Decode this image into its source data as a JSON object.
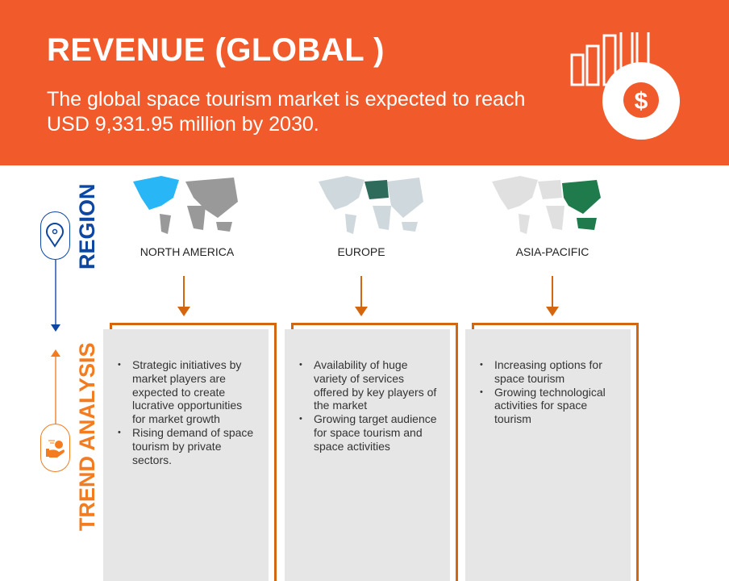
{
  "header": {
    "title": "REVENUE (GLOBAL )",
    "subtitle": "The global space tourism market is expected to reach USD 9,331.95 million by 2030."
  },
  "side": {
    "region_label": "REGION",
    "trend_label": "TREND ANALYSIS"
  },
  "regions": [
    {
      "name": "NORTH AMERICA",
      "bullets": [
        "Strategic initiatives by market players are expected to create lucrative opportunities for market growth",
        "Rising demand of space tourism by private sectors."
      ]
    },
    {
      "name": "EUROPE",
      "bullets": [
        "Availability of huge variety of services offered by key players of the market",
        "Growing target audience for space tourism and space activities"
      ]
    },
    {
      "name": "ASIA-PACIFIC",
      "bullets": [
        "Increasing options for space tourism",
        "Growing technological activities for space tourism"
      ]
    }
  ],
  "colors": {
    "brand": "#F15A2B",
    "region": "#0D47A1",
    "trend": "#F47C20",
    "box": "#E6E6E6"
  }
}
